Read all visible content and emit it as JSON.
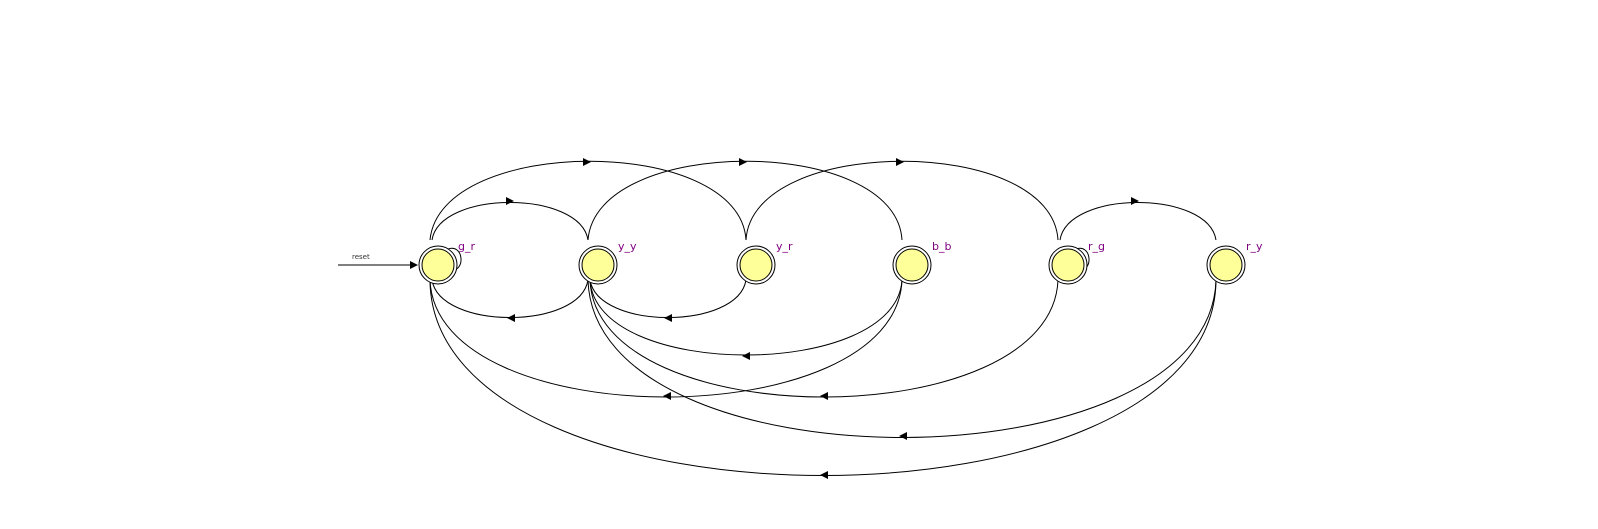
{
  "diagram": {
    "type": "state-machine",
    "reset_label": "reset",
    "initial_state": "g_r",
    "state_fill": "#ffff99",
    "label_color": "#800080",
    "states": [
      {
        "id": "g_r",
        "label": "g_r"
      },
      {
        "id": "y_y",
        "label": "y_y"
      },
      {
        "id": "y_r",
        "label": "y_r"
      },
      {
        "id": "b_b",
        "label": "b_b"
      },
      {
        "id": "r_g",
        "label": "r_g"
      },
      {
        "id": "r_y",
        "label": "r_y"
      }
    ],
    "transitions": [
      {
        "from": "g_r",
        "to": "g_r"
      },
      {
        "from": "g_r",
        "to": "y_y"
      },
      {
        "from": "g_r",
        "to": "y_r"
      },
      {
        "from": "y_y",
        "to": "g_r"
      },
      {
        "from": "y_y",
        "to": "b_b"
      },
      {
        "from": "y_r",
        "to": "y_y"
      },
      {
        "from": "y_r",
        "to": "r_g"
      },
      {
        "from": "b_b",
        "to": "y_y"
      },
      {
        "from": "b_b",
        "to": "g_r"
      },
      {
        "from": "r_g",
        "to": "r_g"
      },
      {
        "from": "r_g",
        "to": "r_y"
      },
      {
        "from": "r_g",
        "to": "y_y"
      },
      {
        "from": "r_y",
        "to": "y_y"
      },
      {
        "from": "r_y",
        "to": "g_r"
      }
    ]
  }
}
